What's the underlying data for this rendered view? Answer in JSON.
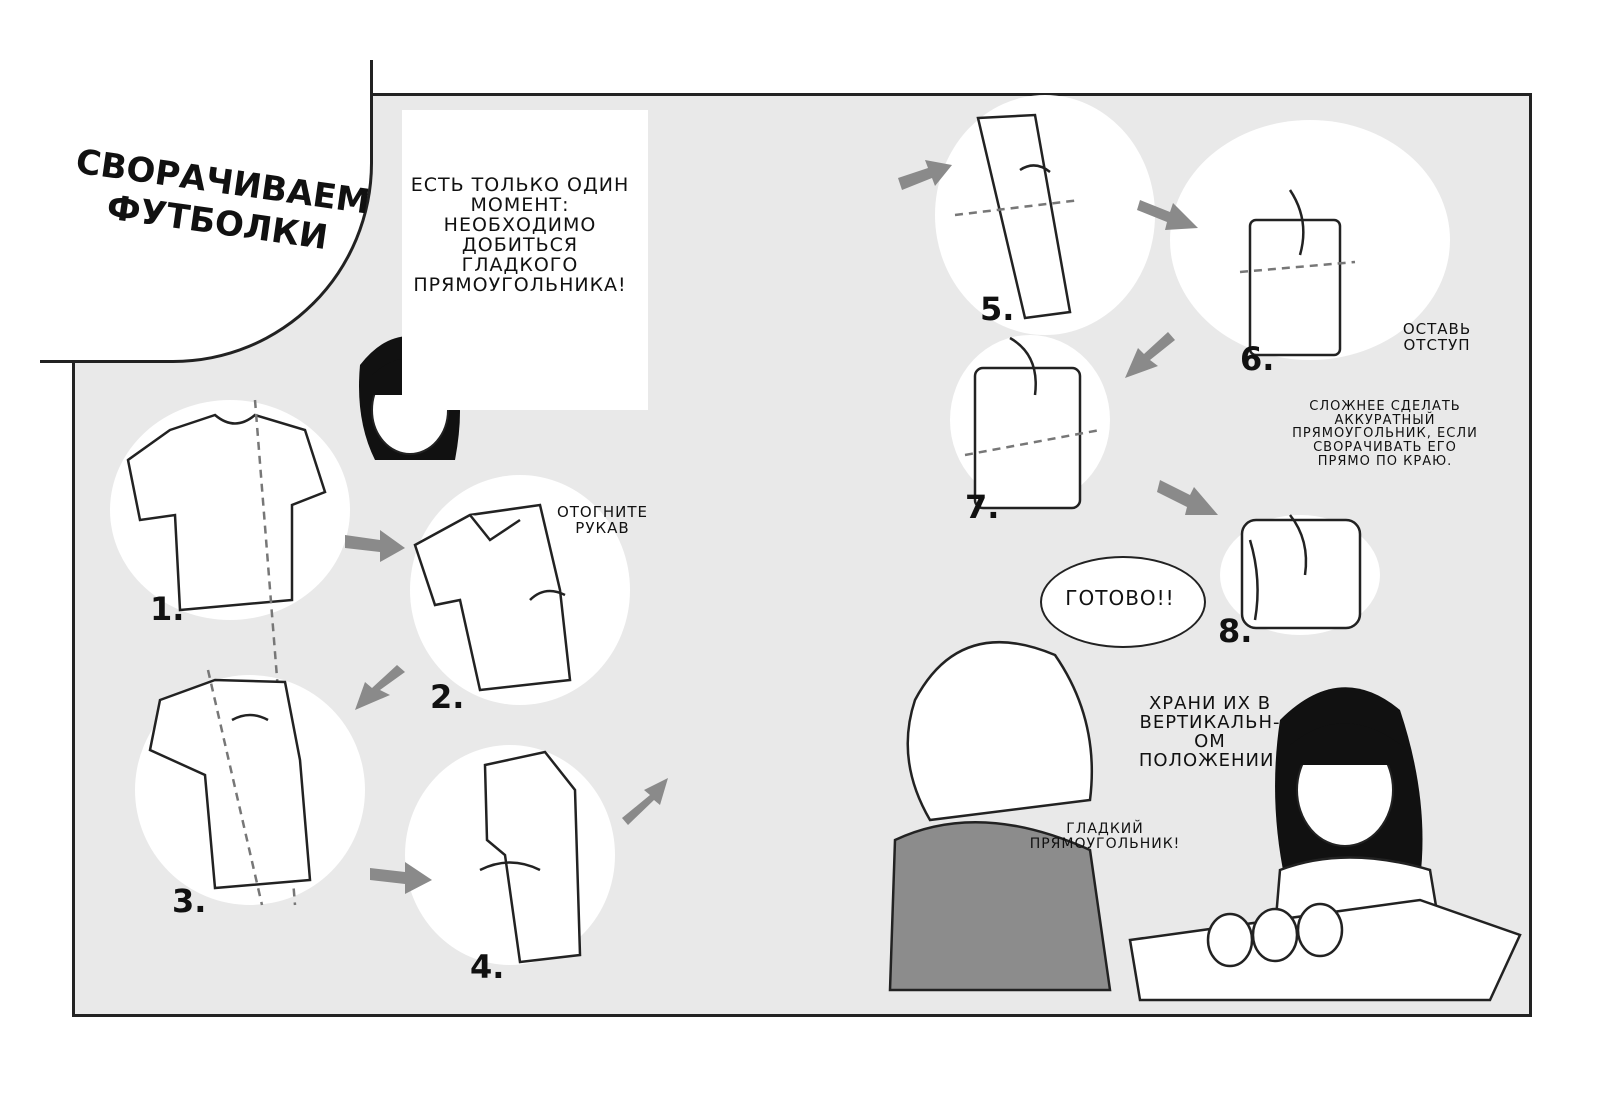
{
  "title": "Сворачиваем футболки",
  "intro_note": "Есть только один момент: необходимо добиться гладкого прямоугольника!",
  "steps": {
    "s1": "1.",
    "s2": "2.",
    "s3": "3.",
    "s4": "4.",
    "s5": "5.",
    "s6": "6.",
    "s7": "7.",
    "s8": "8."
  },
  "captions": {
    "fold_sleeve": "Отогните рукав",
    "leave_gap": "Оставь отступ",
    "hint": "Сложнее сделать аккуратный прямоугольник, если сворачивать его прямо по краю.",
    "done": "Готово!!",
    "store": "Храни их в вертикальн-ом положении.",
    "smooth": "Гладкий прямоугольник!"
  },
  "colors": {
    "panel": "#e9e9e9",
    "ink": "#222222",
    "arrow": "#8a8a8a"
  }
}
